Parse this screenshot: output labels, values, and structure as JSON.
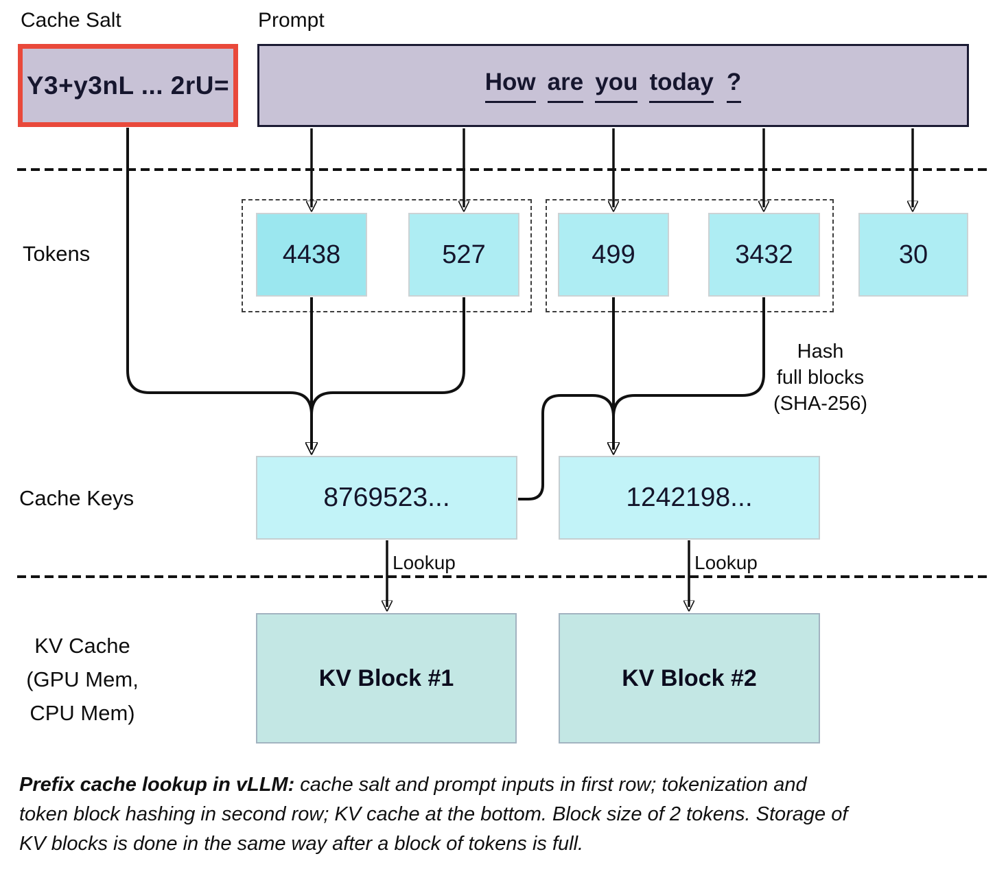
{
  "cache_salt": {
    "label": "Cache Salt",
    "value": "Y3+y3nL ... 2rU="
  },
  "prompt": {
    "label": "Prompt",
    "words": [
      "How",
      "are",
      "you",
      "today",
      "?"
    ]
  },
  "tokens": {
    "label": "Tokens",
    "block1": [
      "4438",
      "527"
    ],
    "block2": [
      "499",
      "3432"
    ],
    "pending": [
      "30"
    ]
  },
  "hash_note": {
    "lines": [
      "Hash",
      "full blocks",
      "(SHA-256)"
    ]
  },
  "cache_keys": {
    "label": "Cache Keys",
    "keys": [
      "8769523...",
      "1242198..."
    ]
  },
  "lookup": {
    "label": "Lookup"
  },
  "kv_cache": {
    "label_lines": [
      "KV Cache",
      "(GPU Mem,",
      "CPU Mem)"
    ],
    "blocks": [
      "KV Block #1",
      "KV Block #2"
    ]
  },
  "caption": {
    "lead": "Prefix cache lookup in vLLM:",
    "line1_rest": " cache salt and prompt inputs in first row; tokenization and",
    "line2": "token block hashing in second row; KV cache at the bottom. Block size of 2 tokens. Storage of",
    "line3": "KV blocks is done in the same way after a block of tokens is full."
  },
  "colors": {
    "lavender_fill": "#c8c2d6",
    "navy_text": "#16162e",
    "salt_border_red": "#e9493b",
    "token_cyan_bright": "#9be7ef",
    "token_cyan": "#aeedf3",
    "cache_key_cyan": "#c2f3f8",
    "kv_teal": "#c3e7e4",
    "line_black": "#111111"
  }
}
